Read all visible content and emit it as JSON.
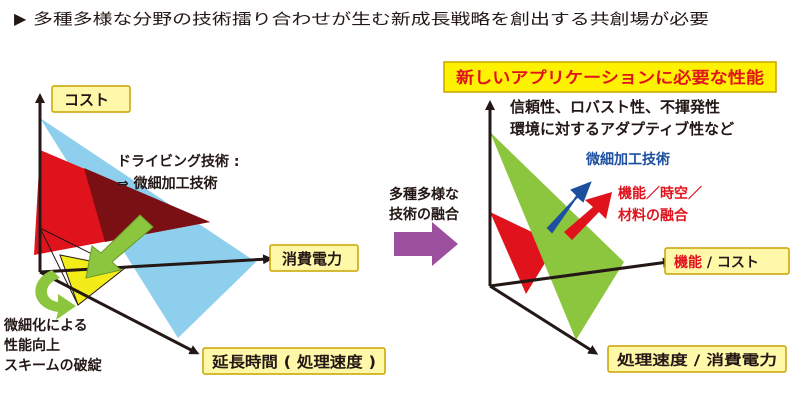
{
  "header": {
    "marker": "▶",
    "text": "多種多様な分野の技術擂り合わせが生む新成長戦略を創出する共創場が必要"
  },
  "left": {
    "axis_cost": "コスト",
    "axis_power": "消費電力",
    "axis_time": "延長時間 ( 処理速度 )",
    "driving_line1": "ドライビング技術 :",
    "driving_line2": "⇒ 微細加工技術",
    "scheme_line1": "微細化による",
    "scheme_line2": "性能向上",
    "scheme_line3": "スキームの破綻"
  },
  "middle": {
    "line1": "多種多様な",
    "line2": "技術の融合"
  },
  "right": {
    "banner": "新しいアプリケーションに必要な性能",
    "req_line1": "信頼性、ロバスト性、不揮発性",
    "req_line2": "環境に対するアダプティブ性など",
    "fine_tech": "微細加工技術",
    "func_line1": "機能／時空／",
    "func_line2": "材料の融合",
    "axis_func_red": "機能",
    "axis_func_rest": " / コスト",
    "axis_speed": "処理速度 / 消費電力"
  },
  "colors": {
    "blue": "#8ecfee",
    "red": "#e0131d",
    "darkred": "#7a0f14",
    "yellow": "#f3ec19",
    "green": "#8cc63f",
    "navy": "#1d4fa0",
    "purple": "#9b4f9c",
    "label_bg": "#fff8a8",
    "label_border": "#c9a400",
    "banner_bg": "#fff200",
    "text": "#231815"
  }
}
